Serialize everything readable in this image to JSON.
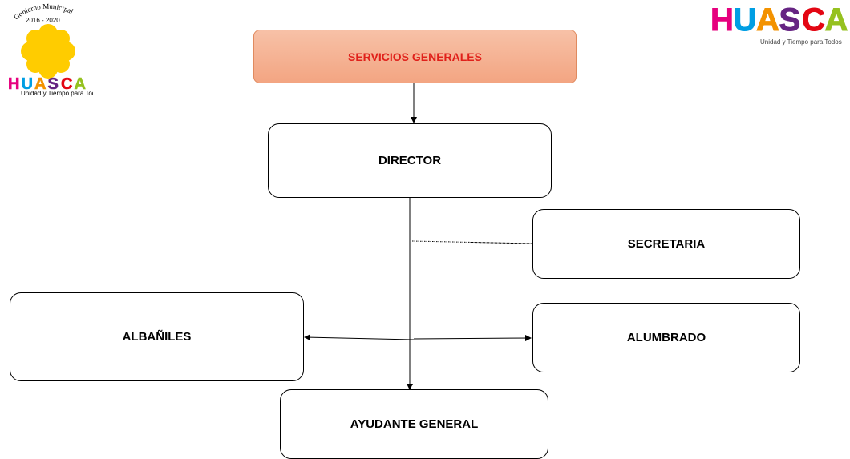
{
  "left_logo": {
    "arc_text": "Gobierno Municipal",
    "years": "2016 - 2020",
    "letters": [
      {
        "char": "H",
        "color": "#e6007e"
      },
      {
        "char": "U",
        "color": "#009ee3"
      },
      {
        "char": "A",
        "color": "#f39200"
      },
      {
        "char": "S",
        "color": "#662483"
      },
      {
        "char": "C",
        "color": "#e30613"
      },
      {
        "char": "A",
        "color": "#95c11f"
      }
    ],
    "tagline": "Unidad y Tiempo para Todos",
    "flower_color": "#ffcc00"
  },
  "right_logo": {
    "letters": [
      {
        "char": "H",
        "color": "#e6007e"
      },
      {
        "char": "U",
        "color": "#009ee3"
      },
      {
        "char": "A",
        "color": "#f39200"
      },
      {
        "char": "S",
        "color": "#662483"
      },
      {
        "char": "C",
        "color": "#e30613"
      },
      {
        "char": "A",
        "color": "#95c11f"
      }
    ],
    "tagline": "Unidad y Tiempo para Todos"
  },
  "org": {
    "top": "SERVICIOS GENERALES",
    "director": "DIRECTOR",
    "secretaria": "SECRETARIA",
    "albaniles": "ALBAÑILES",
    "alumbrado": "ALUMBRADO",
    "ayudante": "AYUDANTE GENERAL"
  }
}
